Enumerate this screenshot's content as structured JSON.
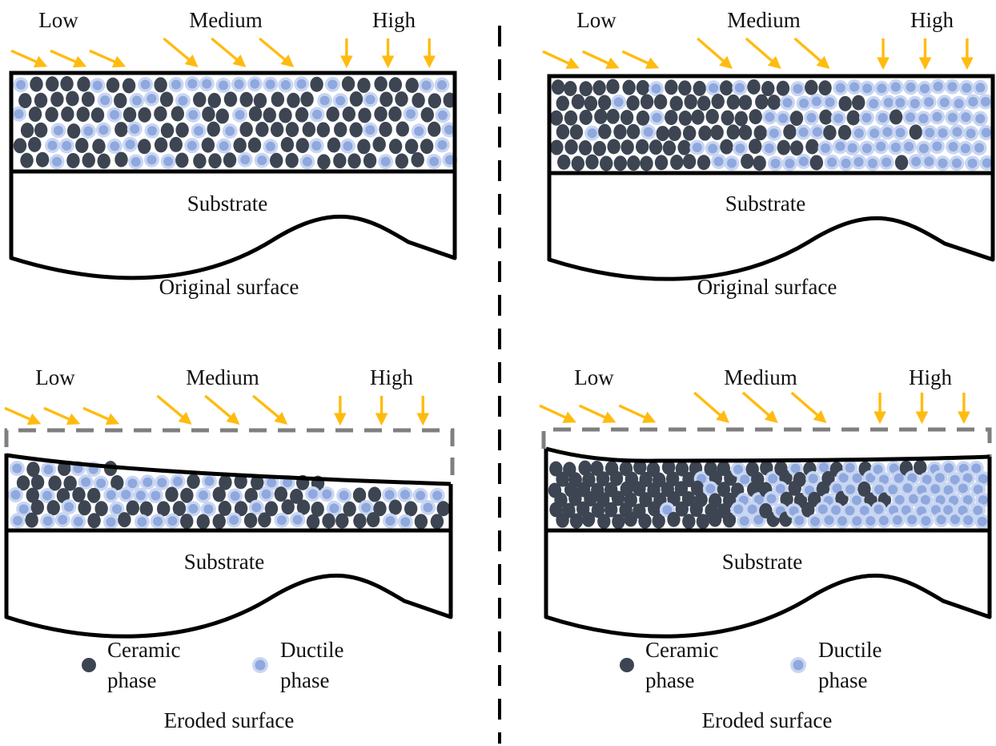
{
  "colors": {
    "ceramic": "#3d4552",
    "ductile_fill": "#8fa8de",
    "ductile_halo": "#c9d6f2",
    "arrow": "#ffbb0f",
    "outline": "#000000",
    "eroded_outline": "#7f7f7f",
    "divider": "#000000"
  },
  "icons": {
    "arrow": "impact-arrow-icon",
    "ceramic": "ceramic-particle-icon",
    "ductile": "ductile-particle-icon"
  },
  "panels": [
    {
      "id": "top-left",
      "angle_labels": {
        "low": "Low",
        "medium": "Medium",
        "high": "High"
      },
      "substrate": "Substrate",
      "caption": "Original surface",
      "distribution": "uniform",
      "eroded": false
    },
    {
      "id": "top-right",
      "angle_labels": {
        "low": "Low",
        "medium": "Medium",
        "high": "High"
      },
      "substrate": "Substrate",
      "caption": "Original surface",
      "distribution": "graded",
      "eroded": false
    },
    {
      "id": "bottom-left",
      "angle_labels": {
        "low": "Low",
        "medium": "Medium",
        "high": "High"
      },
      "substrate": "Substrate",
      "caption": "Eroded surface",
      "distribution": "uniform",
      "eroded": true,
      "legend": {
        "ceramic": [
          "Ceramic",
          "phase"
        ],
        "ductile": [
          "Ductile",
          "phase"
        ]
      }
    },
    {
      "id": "bottom-right",
      "angle_labels": {
        "low": "Low",
        "medium": "Medium",
        "high": "High"
      },
      "substrate": "Substrate",
      "caption": "Eroded surface",
      "distribution": "graded",
      "eroded": true,
      "legend": {
        "ceramic": [
          "Ceramic",
          "phase"
        ],
        "ductile": [
          "Ductile",
          "phase"
        ]
      }
    }
  ]
}
